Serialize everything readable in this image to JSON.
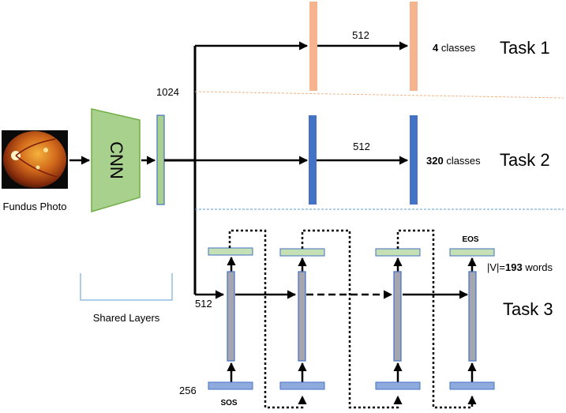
{
  "input": {
    "label": "Fundus Photo"
  },
  "encoder": {
    "label": "CNN",
    "feature_dim": "1024",
    "shared_label": "Shared Layers"
  },
  "tasks": [
    {
      "name": "Task 1",
      "hidden": "512",
      "count": "4",
      "unit": " classes"
    },
    {
      "name": "Task 2",
      "hidden": "512",
      "count": "320",
      "unit": " classes"
    },
    {
      "name": "Task 3",
      "hidden": "512",
      "embed": "256",
      "sos": "SOS",
      "eos": "EOS",
      "vocab_prefix": "|V|=",
      "vocab_count": "193",
      "vocab_unit": " words"
    }
  ],
  "colors": {
    "task1_bar": "#f5b48e",
    "task2_bar": "#4472c4",
    "green_fill": "#a9d18e",
    "green_stroke": "#70ad47",
    "lstm_fill": "#a6a6b0",
    "lstm_stroke": "#4472c4",
    "embed_fill": "#8faadc",
    "out_fill": "#c5e0b4",
    "divider1": "#f4b183",
    "divider2": "#5b9bd5"
  }
}
